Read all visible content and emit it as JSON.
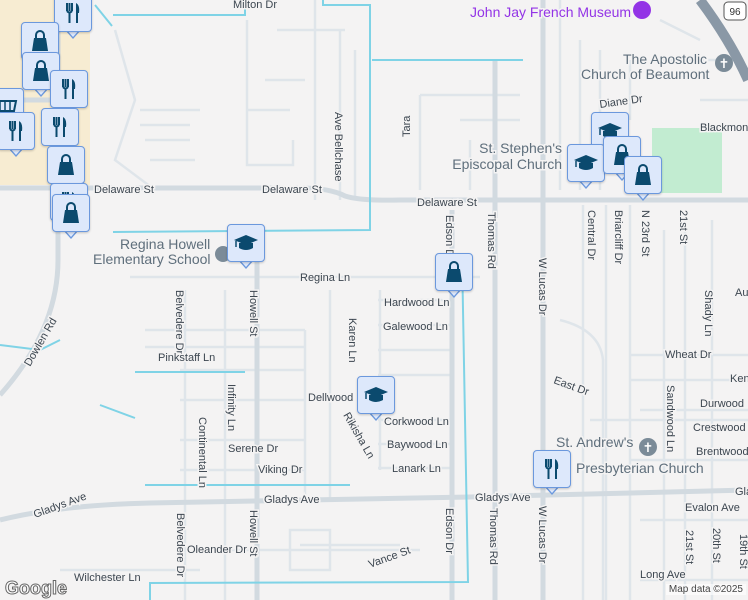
{
  "map": {
    "street_labels": [
      "Milton Dr",
      "Delaware St",
      "Delaware St",
      "Delaware St",
      "Ave Bellchase",
      "Tara",
      "Diane Dr",
      "Blackmon",
      "Edson Dr",
      "Thomas Rd",
      "W Lucas Dr",
      "Central Dr",
      "Briarcliff Dr",
      "N 23rd St",
      "21st St",
      "Regina Ln",
      "Hardwood Ln",
      "Galewood Ln",
      "Belvedere Dr",
      "Howell St",
      "Karen Ln",
      "Dowlen Rd",
      "Pinkstaff Ln",
      "Wheat Dr",
      "Shady Ln",
      "East Dr",
      "Ken",
      "Durwood",
      "Crestwood",
      "Brentwood",
      "Sandwood Ln",
      "Dellwood",
      "Corkwood Ln",
      "Baywood Ln",
      "Lanark Ln",
      "Serene Dr",
      "Viking Dr",
      "Infinity Ln",
      "Continental Ln",
      "Rikisha Ln",
      "Gladys Ave",
      "Gladys Ave",
      "Gladys Ave",
      "Gla",
      "Evalon Ave",
      "Edson Dr",
      "Thomas Rd",
      "W Lucas Dr",
      "21st St",
      "20th St",
      "19th St",
      "Oleander Dr",
      "Vance St",
      "Wilchester Ln",
      "Long Ave",
      "Howell St",
      "Belvedere Dr",
      "Au"
    ],
    "poi_labels": {
      "museum": "John Jay French Museum",
      "apostolic_1": "The Apostolic",
      "apostolic_2": "Church of Beaumont",
      "ststephen_1": "St. Stephen's",
      "ststephen_2": "Episcopal Church",
      "regina_1": "Regina Howell",
      "regina_2": "Elementary School",
      "standrew_1": "St. Andrew's",
      "standrew_2": "Presbyterian Church"
    },
    "highway_shield": "96",
    "colors": {
      "road": "#d5dce2",
      "canal": "#7fd3e6",
      "park": "#c2ecd1",
      "commercial": "#f7ecd2",
      "marker_bg": "#dde8fb",
      "marker_icon": "#0b4a6e",
      "museum": "#9334e6"
    },
    "markers": [
      "restaurant",
      "shopping",
      "shopping",
      "restaurant",
      "grocery",
      "restaurant",
      "restaurant",
      "shopping",
      "restaurant",
      "shopping",
      "school",
      "shopping",
      "school",
      "school",
      "shopping",
      "shopping",
      "school",
      "restaurant"
    ]
  },
  "logo": "Google",
  "attribution": "Map data ©2025"
}
